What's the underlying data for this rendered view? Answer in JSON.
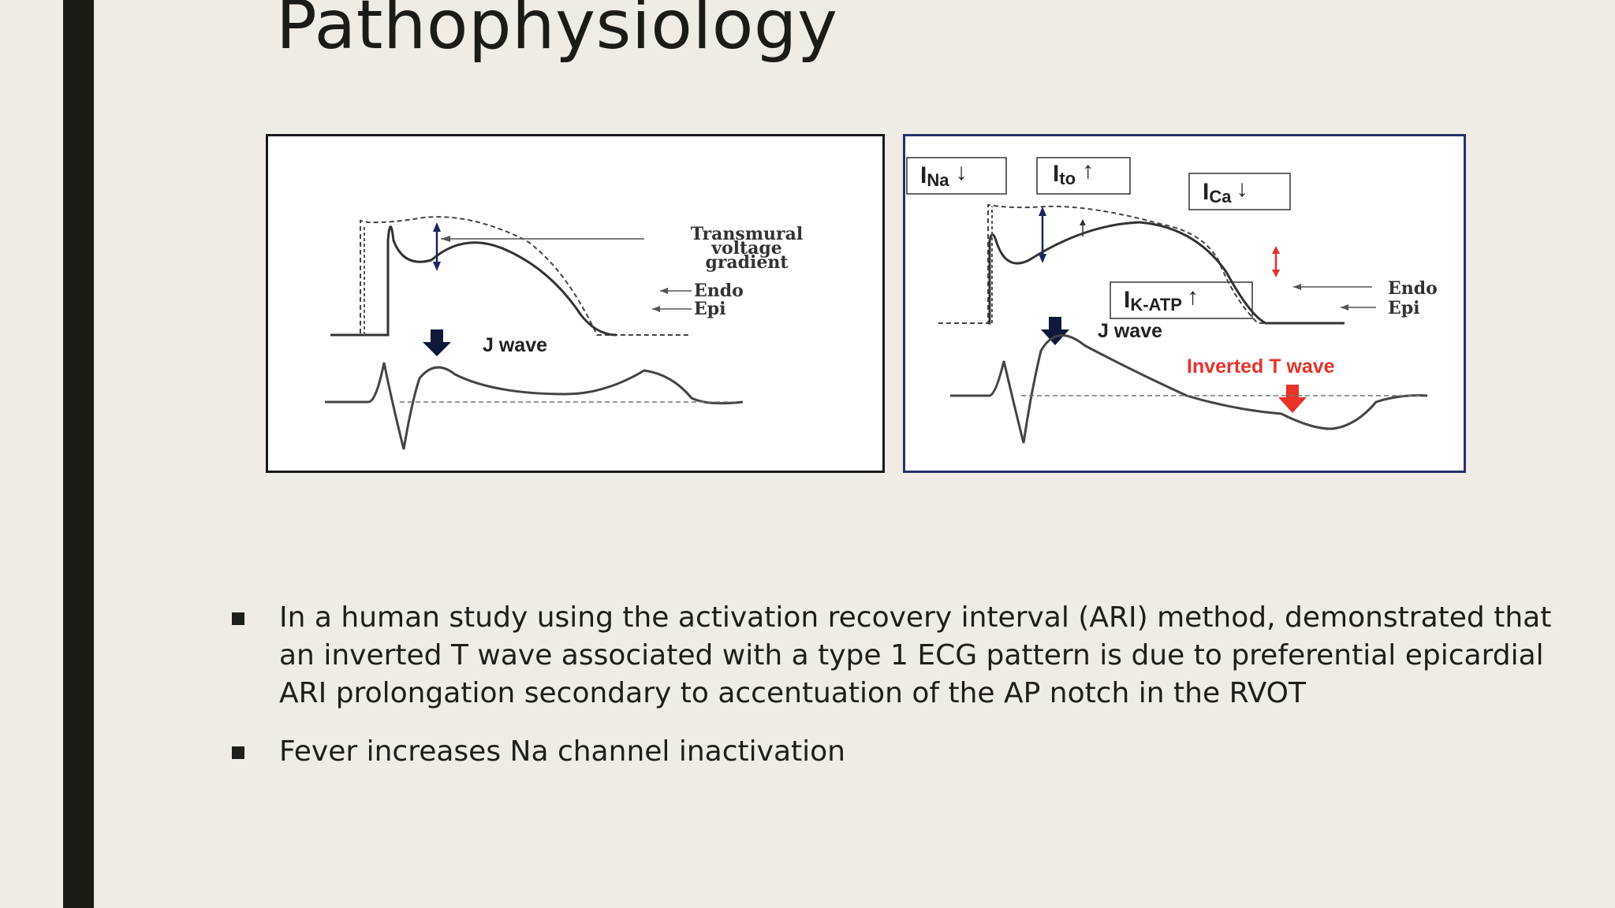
{
  "slide": {
    "title": "Pathophysiology"
  },
  "figure_left": {
    "annotation_lines": [
      "Transmural",
      "voltage",
      "gradient"
    ],
    "endo_label": "Endo",
    "epi_label": "Epi",
    "j_wave_label": "J wave"
  },
  "figure_right": {
    "ina_main": "I",
    "ina_sub": "Na",
    "ina_arrow": "↓",
    "ito_main": "I",
    "ito_sub": "to",
    "ito_arrow": "↑",
    "ica_main": "I",
    "ica_sub": "Ca",
    "ica_arrow": "↓",
    "ikatp_main": "I",
    "ikatp_sub": "K-ATP",
    "ikatp_arrow": "↑",
    "endo_label": "Endo",
    "epi_label": "Epi",
    "j_wave_label": "J wave",
    "inverted_t_label": "Inverted T wave",
    "colors": {
      "frame": "#27306b",
      "highlight": "#e8322a",
      "arrow_dark": "#10183a"
    }
  },
  "bullets": [
    "In a human study using the activation recovery interval (ARI) method, demonstrated that an inverted T wave associated with a type 1 ECG pattern is due to preferential epicardial ARI prolongation secondary to accentuation of the AP notch in the RVOT",
    "Fever increases Na channel inactivation"
  ],
  "colors": {
    "background": "#efebe5",
    "accent_bar": "#1c1c17",
    "text": "#1b1b17"
  }
}
